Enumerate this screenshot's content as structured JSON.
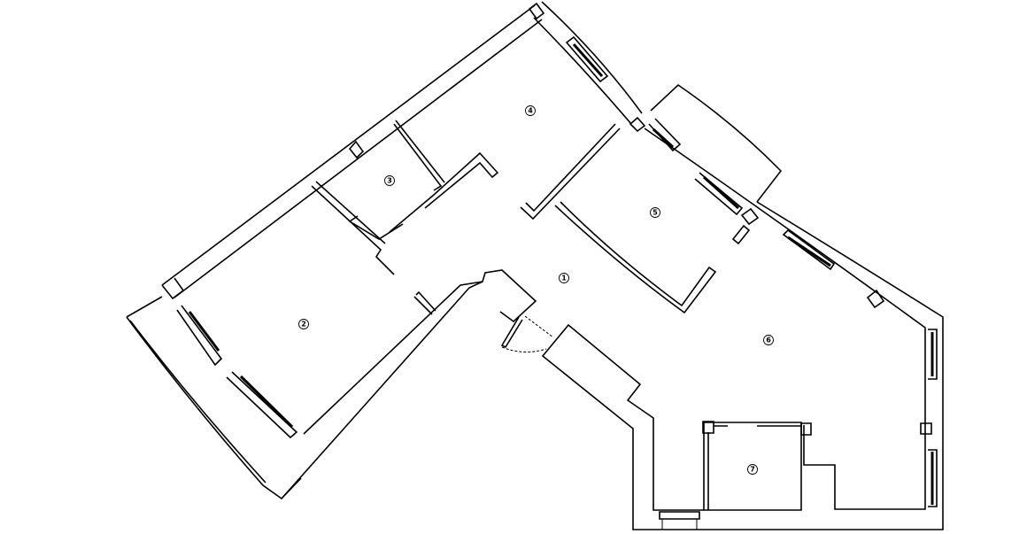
{
  "plan": {
    "rooms": [
      {
        "id": "1"
      },
      {
        "id": "2"
      },
      {
        "id": "3"
      },
      {
        "id": "4"
      },
      {
        "id": "5"
      },
      {
        "id": "6"
      },
      {
        "id": "7"
      }
    ],
    "colors": {
      "line": "#000000",
      "background": "#ffffff"
    }
  }
}
